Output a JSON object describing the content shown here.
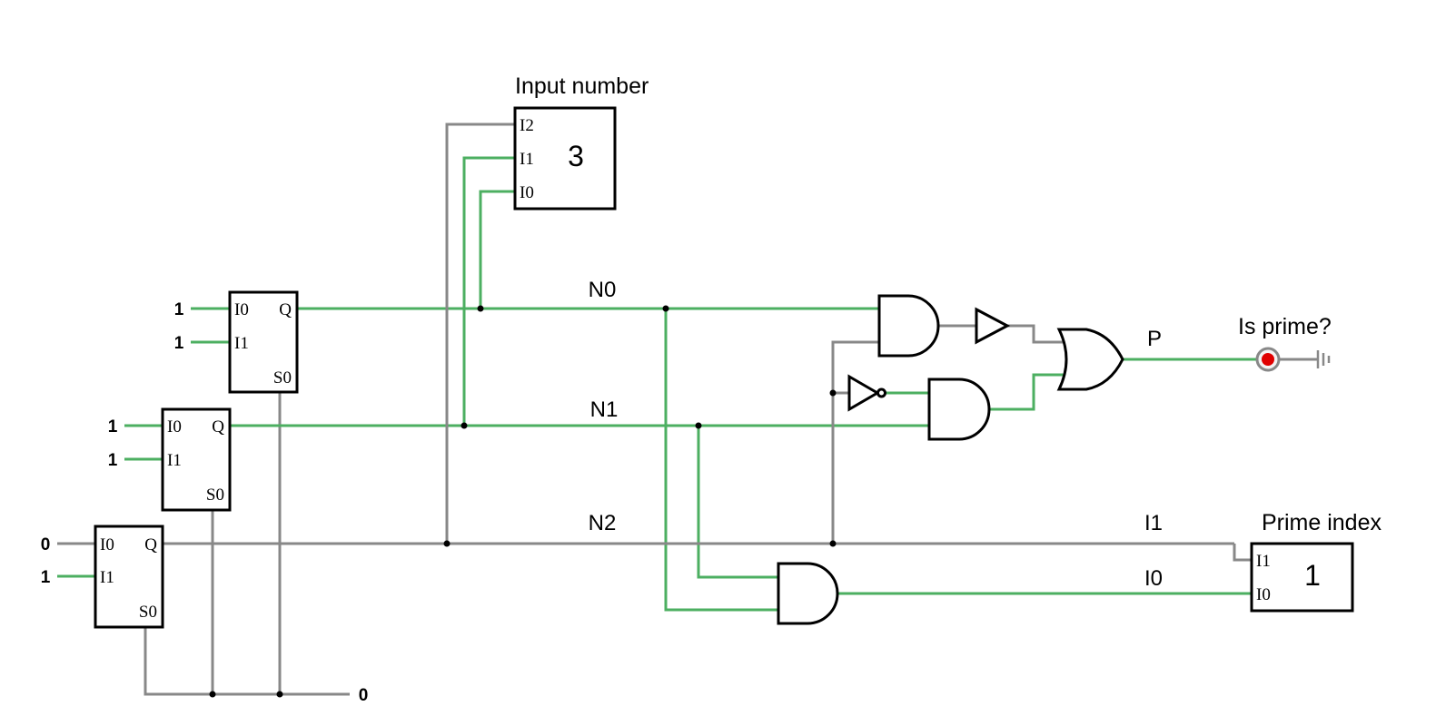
{
  "colors": {
    "wire_high": "#4caf61",
    "wire_low": "#888888",
    "led_on": "#e00000"
  },
  "mux0": {
    "in0": "1",
    "in1": "1",
    "pin_i0": "I0",
    "pin_i1": "I1",
    "pin_q": "Q",
    "pin_s0": "S0"
  },
  "mux1": {
    "in0": "1",
    "in1": "1",
    "pin_i0": "I0",
    "pin_i1": "I1",
    "pin_q": "Q",
    "pin_s0": "S0"
  },
  "mux2": {
    "in0": "0",
    "in1": "1",
    "pin_i0": "I0",
    "pin_i1": "I1",
    "pin_q": "Q",
    "pin_s0": "S0"
  },
  "select_input": "0",
  "input_number": {
    "title": "Input number",
    "value": "3",
    "pin_i2": "I2",
    "pin_i1": "I1",
    "pin_i0": "I0"
  },
  "wires": {
    "n0": "N0",
    "n1": "N1",
    "n2": "N2",
    "p": "P",
    "i1": "I1",
    "i0": "I0"
  },
  "is_prime": {
    "title": "Is prime?",
    "state": "on"
  },
  "prime_index": {
    "title": "Prime index",
    "value": "1",
    "pin_i1": "I1",
    "pin_i0": "I0"
  }
}
